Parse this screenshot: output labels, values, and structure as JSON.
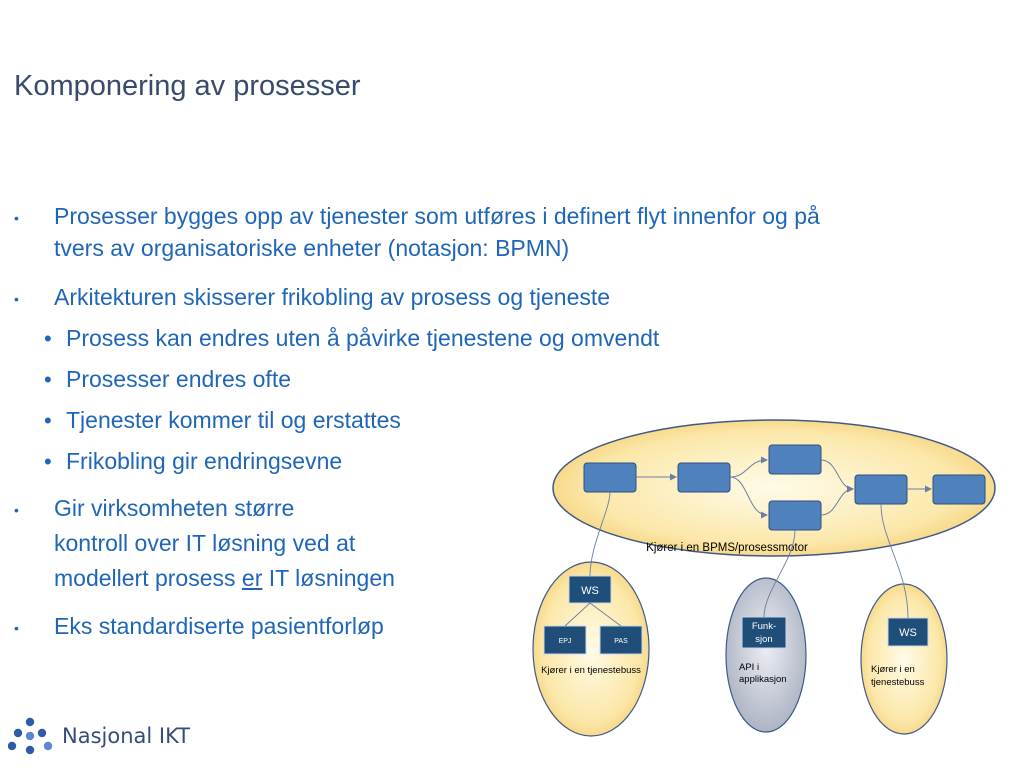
{
  "title": "Komponering av prosesser",
  "bullets": {
    "b1_line1": "Prosesser bygges opp av tjenester som utføres i definert flyt innenfor og på",
    "b1_line2": "tvers av organisatoriske enheter  (notasjon: BPMN)",
    "b2": "Arkitekturen skisserer frikobling av prosess og tjeneste",
    "sub1": "Prosess kan endres uten å påvirke tjenestene og omvendt",
    "sub2": "Prosesser endres ofte",
    "sub3": "Tjenester kommer til og erstattes",
    "sub4": "Frikobling gir endringsevne",
    "b3_line1": "Gir virksomheten større",
    "b3_line2": "kontroll over IT løsning ved at",
    "b3_line3_pre": "modellert prosess ",
    "b3_line3_u": "er",
    "b3_line3_post": " IT løsningen",
    "b4": "Eks standardiserte pasientforløp",
    "dot": "•"
  },
  "diagram": {
    "bpms_label": "Kjører i en BPMS/prosessmotor",
    "left_ws": "WS",
    "left_epj": "EPJ",
    "left_pas": "PAS",
    "left_label": "Kjører i en tjenestebuss",
    "mid_box_line1": "Funk-",
    "mid_box_line2": "sjon",
    "mid_label_line1": "API i",
    "mid_label_line2": "applikasjon",
    "right_ws": "WS",
    "right_label_line1": "Kjører i en",
    "right_label_line2": "tjenestebuss"
  },
  "logo": {
    "text": "Nasjonal IKT"
  },
  "colors": {
    "title": "#3a4a6b",
    "bullet": "#1f66b8",
    "ellipse_fill": "#fbe7a8",
    "ellipse_stroke": "#3f5a8a",
    "box_fill": "#4f81bd",
    "box_dark": "#1f4e79",
    "mid_ellipse": "#c9cdd8"
  }
}
